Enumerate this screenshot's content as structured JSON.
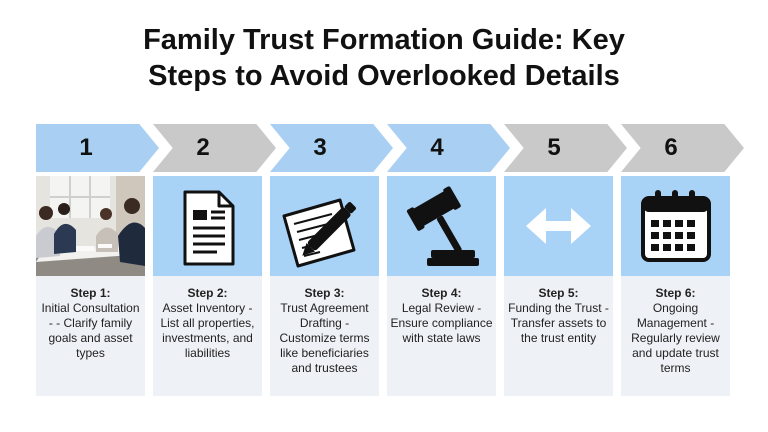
{
  "title": {
    "line1": "Family Trust Formation Guide: Key",
    "line2": "Steps to Avoid Overlooked Details"
  },
  "steps": [
    {
      "number": "1",
      "label": "Step 1:",
      "text": "Initial Consultation - - Clarify family goals and asset types",
      "icon": "meeting-photo"
    },
    {
      "number": "2",
      "label": "Step 2:",
      "text": "Asset Inventory - List all properties, investments, and liabilities",
      "icon": "document-icon"
    },
    {
      "number": "3",
      "label": "Step 3:",
      "text": "Trust Agreement Drafting - Customize terms like beneficiaries and trustees",
      "icon": "pen-paper-icon"
    },
    {
      "number": "4",
      "label": "Step 4:",
      "text": "Legal Review - Ensure compliance with state laws",
      "icon": "gavel-icon"
    },
    {
      "number": "5",
      "label": "Step 5:",
      "text": "Funding the Trust - Transfer assets to the trust entity",
      "icon": "transfer-arrows-icon"
    },
    {
      "number": "6",
      "label": "Step 6:",
      "text": "Ongoing Management - Regularly review and update trust terms",
      "icon": "calendar-icon"
    }
  ],
  "colors": {
    "arrow_blue": "#a9cff2",
    "arrow_gray": "#c9c9c9",
    "panel_blue": "#a9d2f7",
    "desc_bg": "#eef1f5"
  }
}
